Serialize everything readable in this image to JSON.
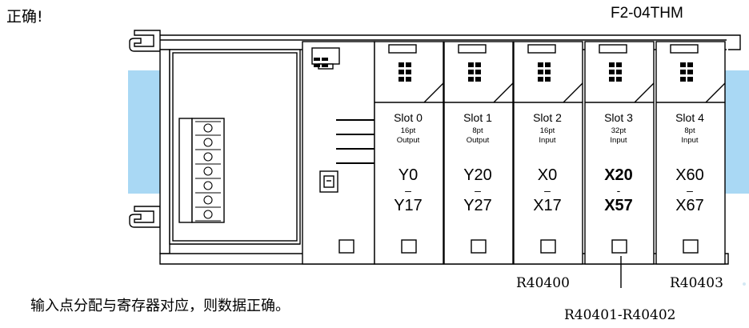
{
  "status_text": "正确!",
  "model_label": "F2-04THM",
  "slots": [
    {
      "name": "Slot 0",
      "points": "16pt",
      "type": "Output",
      "addr_start": "Y0",
      "dash": "–",
      "addr_end": "Y17",
      "bold": false
    },
    {
      "name": "Slot 1",
      "points": "8pt",
      "type": "Output",
      "addr_start": "Y20",
      "dash": "–",
      "addr_end": "Y27",
      "bold": false
    },
    {
      "name": "Slot 2",
      "points": "16pt",
      "type": "Input",
      "addr_start": "X0",
      "dash": "–",
      "addr_end": "X17",
      "bold": false
    },
    {
      "name": "Slot 3",
      "points": "32pt",
      "type": "Input",
      "addr_start": "X20",
      "dash": "-",
      "addr_end": "X57",
      "bold": true
    },
    {
      "name": "Slot 4",
      "points": "8pt",
      "type": "Input",
      "addr_start": "X60",
      "dash": "–",
      "addr_end": "X67",
      "bold": false
    }
  ],
  "registers": {
    "slot0": "R40400",
    "slot3": "R40403",
    "slot1_2": "R40401-R40402"
  },
  "caption": "输入点分配与寄存器对应，则数据正确。",
  "colors": {
    "rail": "#a9d8f4",
    "line": "#000000",
    "background": "#ffffff"
  }
}
